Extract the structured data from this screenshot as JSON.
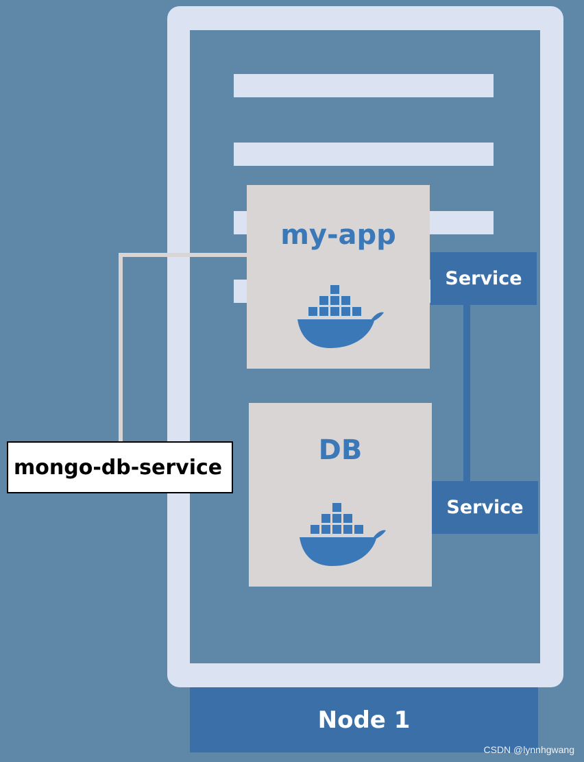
{
  "pods": [
    {
      "label": "my-app",
      "icon": "docker-whale-icon"
    },
    {
      "label": "DB",
      "icon": "docker-whale-icon"
    }
  ],
  "services": [
    {
      "label": "Service"
    },
    {
      "label": "Service"
    }
  ],
  "node": {
    "label": "Node 1"
  },
  "callout": {
    "label": "mongo-db-service"
  },
  "watermark": "CSDN @lynnhgwang",
  "colors": {
    "background": "#5e87a8",
    "node_frame": "#dbe2f2",
    "pod": "#d8d5d4",
    "accent_blue": "#3a6fa8",
    "pod_text": "#3a78b8",
    "connector": "#d8d5d4"
  }
}
